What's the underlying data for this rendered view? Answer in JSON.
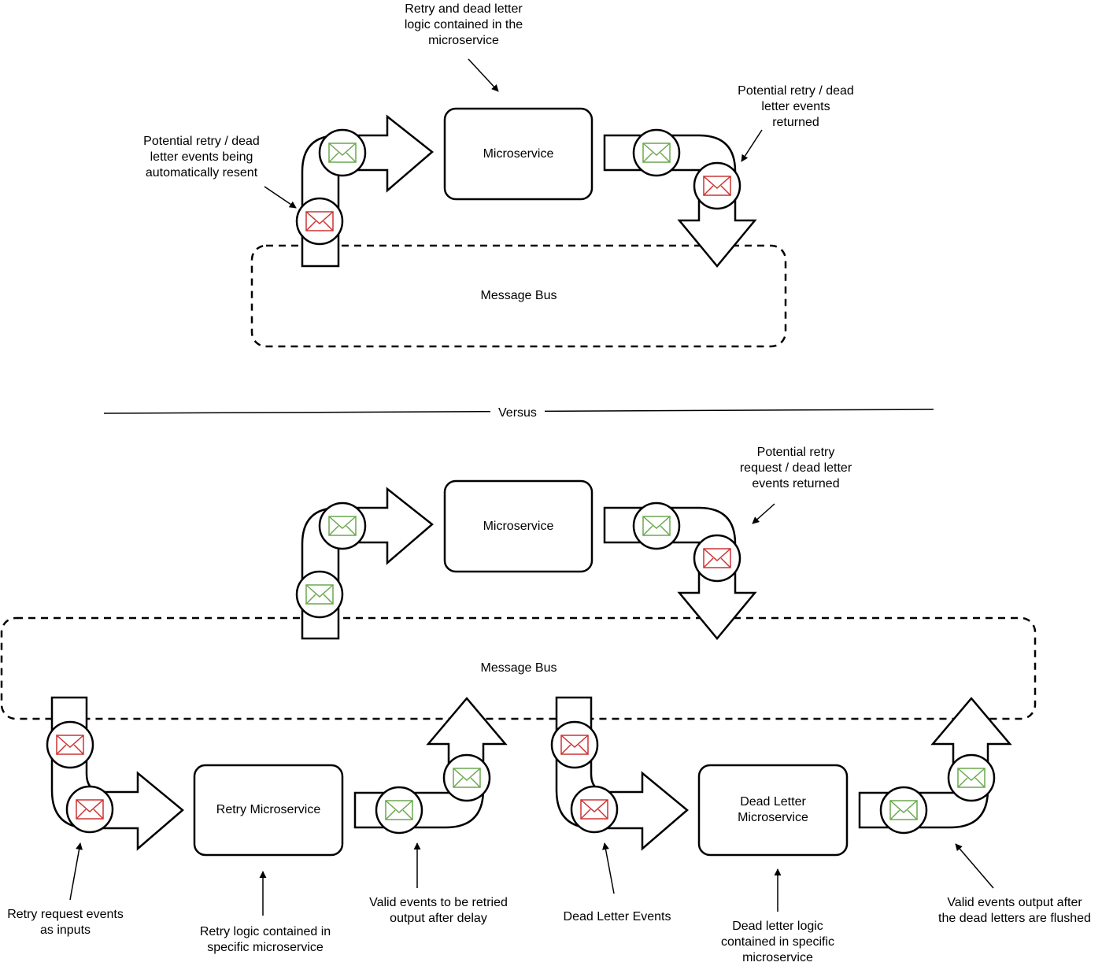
{
  "top": {
    "microservice_label": "Microservice",
    "bus_label": "Message Bus",
    "callout_logic": "Retry and dead letter\nlogic contained in the\nmicroservice",
    "callout_returned": "Potential retry / dead\nletter events\nreturned",
    "callout_resent": "Potential retry / dead\nletter events being\nautomatically resent"
  },
  "divider": {
    "label": "Versus"
  },
  "bottom": {
    "microservice_label": "Microservice",
    "bus_label": "Message Bus",
    "callout_returned": "Potential retry\nrequest / dead letter\nevents returned",
    "retry_service_label": "Retry Microservice",
    "dead_letter_service_label": "Dead Letter\nMicroservice",
    "callout_retry_inputs": "Retry request events\nas inputs",
    "callout_retry_logic": "Retry logic contained in\nspecific microservice",
    "callout_retry_output": "Valid events to be retried\noutput after delay",
    "callout_dead_letter_events": "Dead Letter Events",
    "callout_dead_letter_logic": "Dead letter logic\ncontained in specific\nmicroservice",
    "callout_dead_letter_output": "Valid events output after\nthe dead letters are flushed"
  },
  "colors": {
    "valid_envelope": "#6aa84f",
    "retry_envelope": "#cc3333",
    "stroke": "#000000"
  },
  "icons": [
    "envelope-icon"
  ]
}
